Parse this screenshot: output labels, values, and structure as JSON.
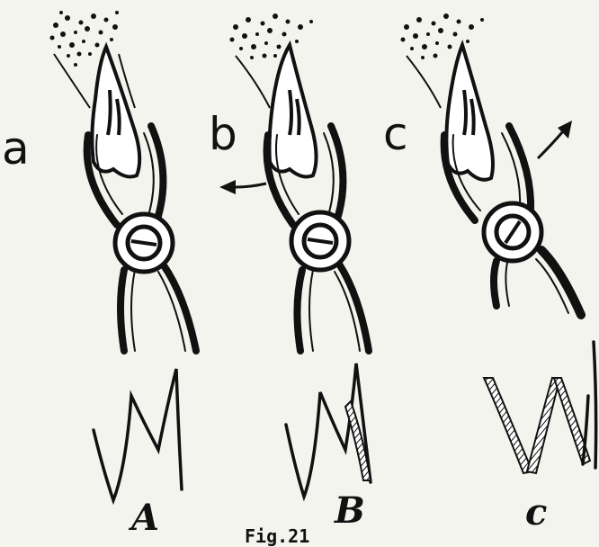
{
  "panels": [
    {
      "label": "a",
      "sublabel": "A"
    },
    {
      "label": "b",
      "sublabel": "B"
    },
    {
      "label": "c",
      "sublabel": "c"
    }
  ],
  "caption": "Fig.21"
}
